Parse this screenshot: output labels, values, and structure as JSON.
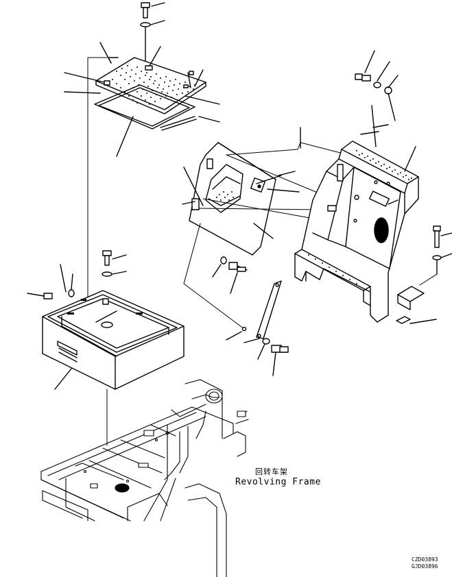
{
  "labels": {
    "frame_cn": "回转车架",
    "frame_en": "Revolving Frame"
  },
  "codes": {
    "code_a": "CZD03893",
    "code_b": "GJD03896"
  }
}
